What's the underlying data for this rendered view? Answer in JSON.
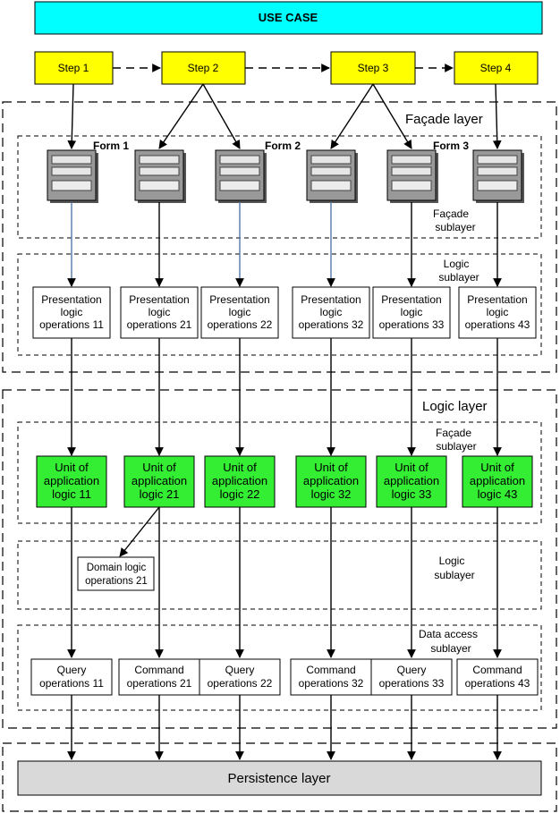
{
  "title": "USE CASE",
  "steps": [
    "Step 1",
    "Step 2",
    "Step 3",
    "Step 4"
  ],
  "layers": {
    "facade": "Façade layer",
    "logic": "Logic layer",
    "persistence": "Persistence layer"
  },
  "sublayers": {
    "facade_top_1": "Façade",
    "facade_top_2": "sublayer",
    "logic_top_1": "Logic",
    "logic_top_2": "sublayer",
    "logic_facade_1": "Façade",
    "logic_facade_2": "sublayer",
    "logic_logic_1": "Logic",
    "logic_logic_2": "sublayer",
    "data_access_1": "Data access",
    "data_access_2": "sublayer"
  },
  "forms": [
    "Form 1",
    "Form 2",
    "Form 3"
  ],
  "presentation_ops": [
    [
      "Presentation",
      "logic",
      "operations 11"
    ],
    [
      "Presentation",
      "logic",
      "operations 21"
    ],
    [
      "Presentation",
      "logic",
      "operations 22"
    ],
    [
      "Presentation",
      "logic",
      "operations 32"
    ],
    [
      "Presentation",
      "logic",
      "operations 33"
    ],
    [
      "Presentation",
      "logic",
      "operations 43"
    ]
  ],
  "units": [
    [
      "Unit of",
      "application",
      "logic 11"
    ],
    [
      "Unit of",
      "application",
      "logic 21"
    ],
    [
      "Unit of",
      "application",
      "logic 22"
    ],
    [
      "Unit of",
      "application",
      "logic 32"
    ],
    [
      "Unit of",
      "application",
      "logic 33"
    ],
    [
      "Unit of",
      "application",
      "logic 43"
    ]
  ],
  "domain_logic": [
    "Domain logic",
    "operations 21"
  ],
  "data_ops": [
    [
      "Query",
      "operations 11"
    ],
    [
      "Command",
      "operations 21"
    ],
    [
      "Query",
      "operations 22"
    ],
    [
      "Command",
      "operations 32"
    ],
    [
      "Query",
      "operations 33"
    ],
    [
      "Command",
      "operations 43"
    ]
  ],
  "colors": {
    "title_fill": "#00ffff",
    "step_fill": "#ffff00",
    "unit_fill": "#33ee33",
    "persistence_fill": "#d9d9d9",
    "form_fill": "#999999",
    "arrow_blue": "#5577aa"
  }
}
